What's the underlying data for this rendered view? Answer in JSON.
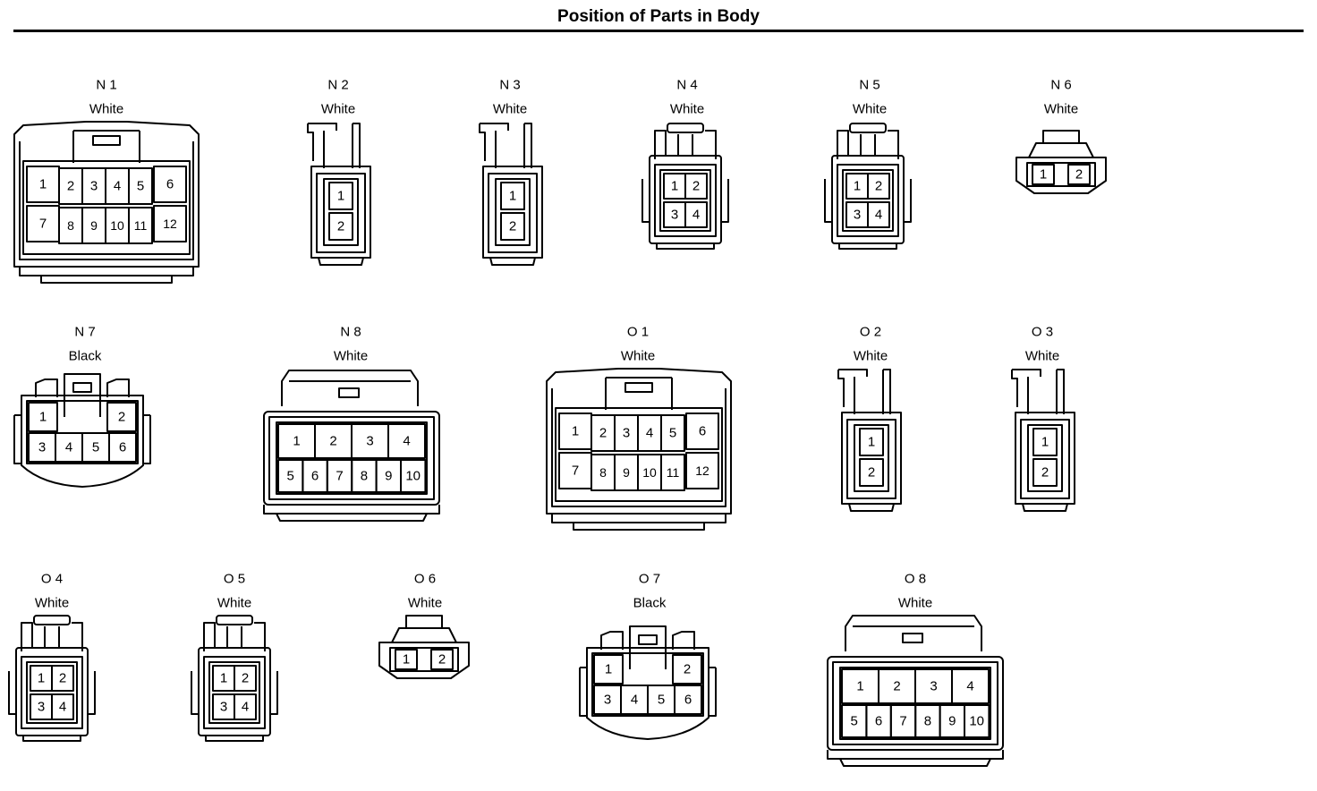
{
  "title": "Position of Parts in Body",
  "connectors": [
    {
      "id": "N 1",
      "color": "White",
      "pins": [
        "1",
        "2",
        "3",
        "4",
        "5",
        "6",
        "7",
        "8",
        "9",
        "10",
        "11",
        "12"
      ]
    },
    {
      "id": "N 2",
      "color": "White",
      "pins": [
        "1",
        "2"
      ]
    },
    {
      "id": "N 3",
      "color": "White",
      "pins": [
        "1",
        "2"
      ]
    },
    {
      "id": "N 4",
      "color": "White",
      "pins": [
        "1",
        "2",
        "3",
        "4"
      ]
    },
    {
      "id": "N 5",
      "color": "White",
      "pins": [
        "1",
        "2",
        "3",
        "4"
      ]
    },
    {
      "id": "N 6",
      "color": "White",
      "pins": [
        "1",
        "2"
      ]
    },
    {
      "id": "N 7",
      "color": "Black",
      "pins": [
        "1",
        "2",
        "3",
        "4",
        "5",
        "6"
      ]
    },
    {
      "id": "N 8",
      "color": "White",
      "pins": [
        "1",
        "2",
        "3",
        "4",
        "5",
        "6",
        "7",
        "8",
        "9",
        "10"
      ]
    },
    {
      "id": "O 1",
      "color": "White",
      "pins": [
        "1",
        "2",
        "3",
        "4",
        "5",
        "6",
        "7",
        "8",
        "9",
        "10",
        "11",
        "12"
      ]
    },
    {
      "id": "O 2",
      "color": "White",
      "pins": [
        "1",
        "2"
      ]
    },
    {
      "id": "O 3",
      "color": "White",
      "pins": [
        "1",
        "2"
      ]
    },
    {
      "id": "O 4",
      "color": "White",
      "pins": [
        "1",
        "2",
        "3",
        "4"
      ]
    },
    {
      "id": "O 5",
      "color": "White",
      "pins": [
        "1",
        "2",
        "3",
        "4"
      ]
    },
    {
      "id": "O 6",
      "color": "White",
      "pins": [
        "1",
        "2"
      ]
    },
    {
      "id": "O 7",
      "color": "Black",
      "pins": [
        "1",
        "2",
        "3",
        "4",
        "5",
        "6"
      ]
    },
    {
      "id": "O 8",
      "color": "White",
      "pins": [
        "1",
        "2",
        "3",
        "4",
        "5",
        "6",
        "7",
        "8",
        "9",
        "10"
      ]
    }
  ]
}
